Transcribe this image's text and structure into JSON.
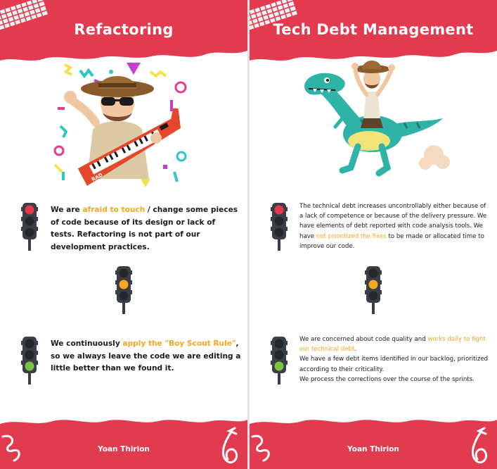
{
  "colors": {
    "banner": "#e23a4e",
    "highlight": "#f5a623",
    "light_red": "#e8364c",
    "light_orange": "#f5a623",
    "light_green": "#7cc242",
    "light_body": "#3a3f45"
  },
  "left": {
    "title": "Refactoring",
    "red": {
      "before": "We are ",
      "highlight": "afraid to touch",
      "after": " / change some pieces of code because of its design or lack of tests. Refactoring is not part of our development practices."
    },
    "green": {
      "before": "We continuously ",
      "highlight": "apply the \"Boy Scout Rule\"",
      "after": ", so we always leave the code we are editing a little better than we found it."
    },
    "author": "Yoan Thirion"
  },
  "right": {
    "title": "Tech Debt Management",
    "red": {
      "before": "The technical debt increases uncontrollably either because of a lack of competence or because of the delivery pressure. We have elements of debt reported with code analysis tools. We have ",
      "highlight": "not prioritized the fixes",
      "after": " to be made or allocated time to improve our code."
    },
    "green": {
      "before": "We are concerned about code quality and ",
      "highlight": "works daily to fight our technical debt",
      "after": ".",
      "line2": "We have a few debt items identified in our backlog, prioritized according to their criticality.",
      "line3": "We process the corrections over the course of the sprints."
    },
    "author": "Yoan Thirion"
  }
}
